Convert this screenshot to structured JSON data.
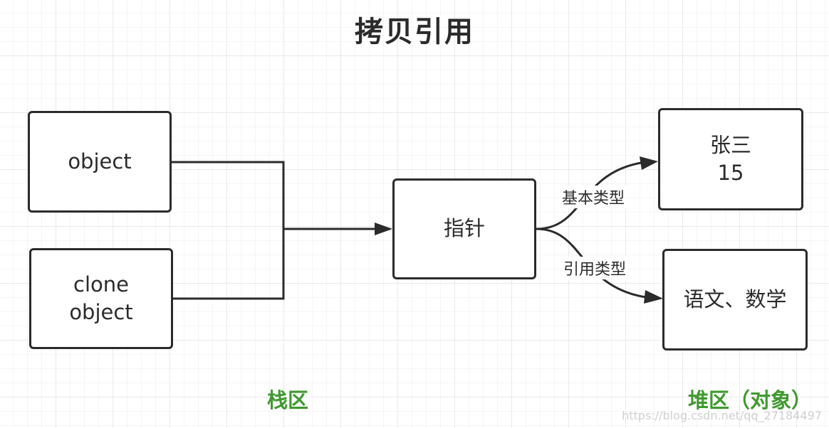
{
  "title": "拷贝引用",
  "nodes": {
    "object": "object",
    "clone_line1": "clone",
    "clone_line2": "object",
    "pointer": "指针",
    "basic_line1": "张三",
    "basic_line2": "15",
    "reference": "语文、数学"
  },
  "edges": {
    "basic_type": "基本类型",
    "reference_type": "引用类型"
  },
  "regions": {
    "stack": "栈区",
    "heap": "堆区（对象）"
  },
  "colors": {
    "stroke": "#2b2b2b",
    "region_label": "#3f9a2f"
  },
  "watermark": "https://blog.csdn.net/qq_27184497"
}
